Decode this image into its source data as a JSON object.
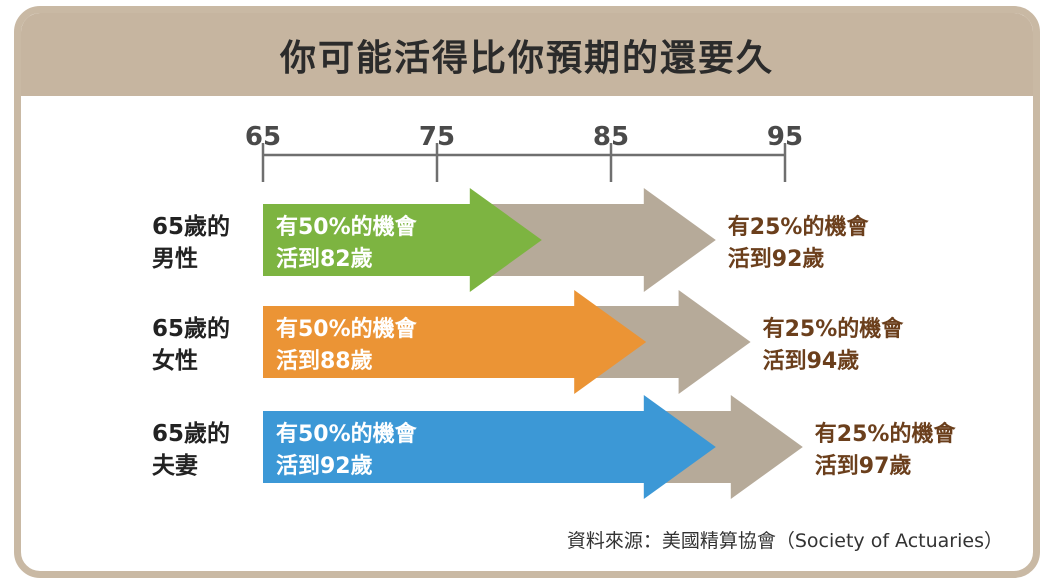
{
  "chart_data": {
    "type": "bar",
    "title": "你可能活得比你預期的還要久",
    "x_ticks": [
      65,
      75,
      85,
      95
    ],
    "xlim": [
      65,
      95
    ],
    "source": "資料來源：美國精算協會（Society of Actuaries）",
    "rows": [
      {
        "label_line1": "65歲的",
        "label_line2": "男性",
        "start": 65,
        "age50": 82,
        "age25": 92,
        "text50_line1": "有50%的機會",
        "text50_line2": "活到82歲",
        "text25_line1": "有25%的機會",
        "text25_line2": "活到92歲",
        "color": "#7db441"
      },
      {
        "label_line1": "65歲的",
        "label_line2": "女性",
        "start": 65,
        "age50": 88,
        "age25": 94,
        "text50_line1": "有50%的機會",
        "text50_line2": "活到88歲",
        "text25_line1": "有25%的機會",
        "text25_line2": "活到94歲",
        "color": "#eb9435"
      },
      {
        "label_line1": "65歲的",
        "label_line2": "夫妻",
        "start": 65,
        "age50": 92,
        "age25": 97,
        "text50_line1": "有50%的機會",
        "text50_line2": "活到92歲",
        "text25_line1": "有25%的機會",
        "text25_line2": "活到97歲",
        "color": "#3c98d6"
      }
    ],
    "colors": {
      "secondary_arrow": "#b6aa99",
      "secondary_text": "#6b3f1c",
      "axis": "#6f6f6f",
      "label": "#222222"
    }
  }
}
